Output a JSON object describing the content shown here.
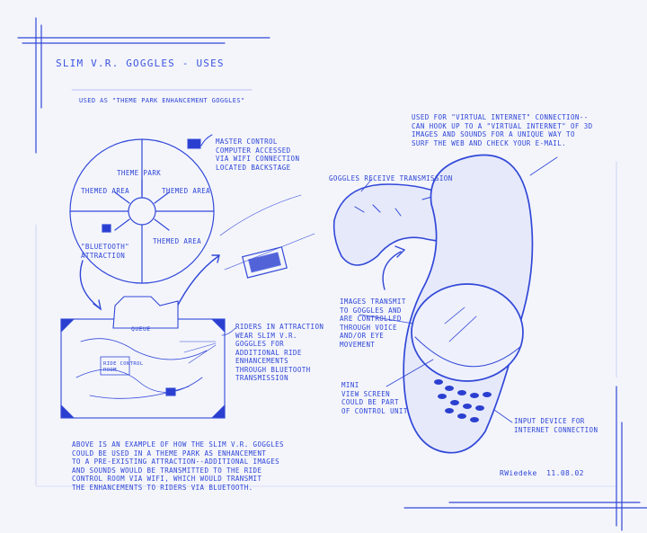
{
  "title": "SLIM V.R. GOGGLES - USES",
  "subtitle": "USED AS \"THEME PARK ENHANCEMENT GOGGLES\"",
  "theme_park": {
    "center": "THEME PARK",
    "areas": [
      "THEMED AREA",
      "THEMED AREA",
      "THEMED AREA"
    ],
    "attraction": "\"BLUETOOTH\"\nATTRACTION"
  },
  "master_control": "MASTER CONTROL\nCOMPUTER ACCESSED\nVIA WIFI CONNECTION\nLOCATED BACKSTAGE",
  "riders_note": "RIDERS IN ATTRACTION\nWEAR SLIM V.R.\nGOGGLES FOR\nADDITIONAL RIDE\nENHANCEMENTS\nTHROUGH BLUETOOTH\nTRANSMISSION",
  "ride_map": {
    "label_top": "QUEUE",
    "label_room": "RIDE CONTROL\nROOM"
  },
  "bottom_note": "ABOVE IS AN EXAMPLE OF HOW THE SLIM V.R. GOGGLES\nCOULD BE USED IN A THEME PARK AS ENHANCEMENT\nTO A PRE-EXISTING ATTRACTION--ADDITIONAL IMAGES\nAND SOUNDS WOULD BE TRANSMITTED TO THE RIDE\nCONTROL ROOM VIA WIFI, WHICH WOULD TRANSMIT\nTHE ENHANCEMENTS TO RIDERS VIA BLUETOOTH.",
  "internet_note": "USED FOR \"VIRTUAL INTERNET\" CONNECTION--\nCAN HOOK UP TO A \"VIRTUAL INTERNET\" OF 3D\nIMAGES AND SOUNDS FOR A UNIQUE WAY TO\nSURF THE WEB AND CHECK YOUR E-MAIL.",
  "goggles_receive": "GOGGLES RECEIVE TRANSMISSION",
  "images_transmit": "IMAGES TRANSMIT\nTO GOGGLES AND\nARE CONTROLLED\nTHROUGH VOICE\nAND/OR EYE\nMOVEMENT",
  "mini_screen": "MINI\nVIEW SCREEN\nCOULD BE PART\nOF CONTROL UNIT",
  "input_device": "INPUT DEVICE FOR\nINTERNET CONNECTION",
  "signature": "RWiedeke  11.08.02"
}
